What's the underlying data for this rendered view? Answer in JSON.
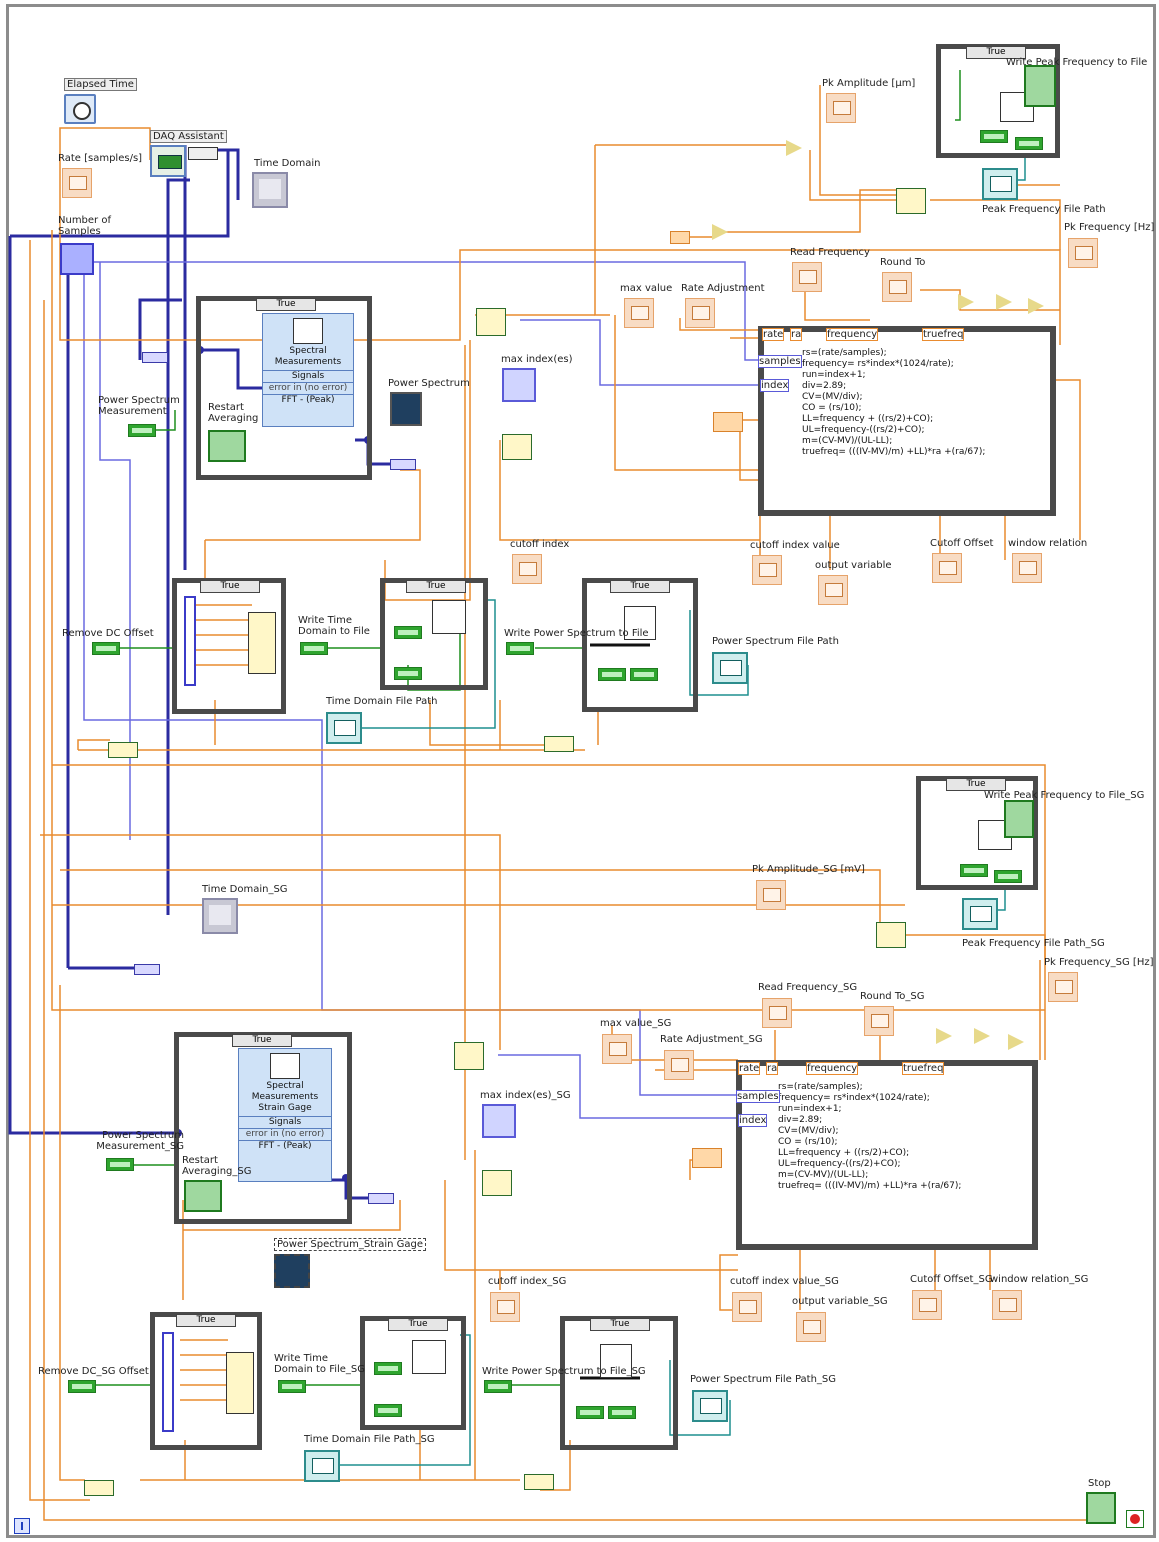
{
  "labels": {
    "elapsed_time": "Elapsed Time",
    "daq_assistant": "DAQ Assistant",
    "rate": "Rate [samples/s]",
    "time_domain": "Time Domain",
    "number_of_samples": "Number of Samples",
    "power_spectrum_measurement": "Power Spectrum Measurement",
    "restart_averaging": "Restart Averaging",
    "power_spectrum": "Power Spectrum",
    "pk_amplitude": "Pk Amplitude [µm]",
    "write_peak_frequency_to_file": "Write Peak Frequency to File",
    "peak_frequency_file_path": "Peak Frequency File Path",
    "pk_frequency": "Pk Frequency [Hz]",
    "read_frequency": "Read Frequency",
    "round_to": "Round To",
    "max_value": "max value",
    "rate_adjustment": "Rate Adjustment",
    "max_index": "max index(es)",
    "cutoff_index": "cutoff index",
    "cutoff_index_value": "cutoff index value",
    "output_variable": "output variable",
    "cutoff_offset": "Cutoff Offset",
    "window_relation": "window relation",
    "remove_dc_offset": "Remove DC Offset",
    "write_time_domain_to_file": "Write Time Domain to File",
    "write_power_spectrum_to_file": "Write Power Spectrum to File",
    "power_spectrum_file_path": "Power Spectrum File Path",
    "time_domain_file_path": "Time Domain File Path",
    "write_peak_frequency_to_file_sg": "Write Peak Frequency to File_SG",
    "pk_amplitude_sg": "Pk Amplitude_SG [mV]",
    "time_domain_sg": "Time Domain_SG",
    "peak_frequency_file_path_sg": "Peak Frequency File Path_SG",
    "pk_frequency_sg": "Pk Frequency_SG [Hz]",
    "read_frequency_sg": "Read Frequency_SG",
    "round_to_sg": "Round To_SG",
    "max_value_sg": "max value_SG",
    "rate_adjustment_sg": "Rate Adjustment_SG",
    "max_index_sg": "max index(es)_SG",
    "power_spectrum_measurement_sg": "Power Spectrum Measurement_SG",
    "restart_averaging_sg": "Restart Averaging_SG",
    "power_spectrum_strain_gage": "Power Spectrum_Strain Gage",
    "cutoff_index_sg": "cutoff index_SG",
    "cutoff_index_value_sg": "cutoff index value_SG",
    "output_variable_sg": "output variable_SG",
    "cutoff_offset_sg": "Cutoff Offset_SG",
    "window_relation_sg": "window relation_SG",
    "remove_dc_sg_offset": "Remove DC_SG Offset",
    "write_time_domain_to_file_sg": "Write Time Domain to File_SG",
    "write_power_spectrum_to_file_sg": "Write Power Spectrum to File_SG",
    "power_spectrum_file_path_sg": "Power Spectrum File Path_SG",
    "time_domain_file_path_sg": "Time Domain File Path_SG",
    "stop": "Stop"
  },
  "case_selector": "True",
  "spectral": {
    "title": "Spectral Measurements",
    "title_sg": "Spectral Measurements Strain Gage",
    "signals": "Signals",
    "error_in": "error in (no error)",
    "fft": "FFT - (Peak)"
  },
  "formula_terminals": {
    "rate": "rate",
    "ra": "ra",
    "frequency": "frequency",
    "truefreq": "truefreq",
    "samples": "samples",
    "index": "index"
  },
  "formula_text": "rs=(rate/samples);\nfrequency= rs*index*(1024/rate);\nrun=index+1;\ndiv=2.89;\nCV=(MV/div);\nCO = (rs/10);\nLL=frequency + ((rs/2)+CO);\nUL=frequency-((rs/2)+CO);\nm=(CV-MV)/(UL-LL);\ntruefreq= (((IV-MV)/m) +LL)*ra +(ra/67);",
  "colors": {
    "wire_orange": "#e98b2f",
    "wire_blue": "#2b2ba0",
    "wire_blue_light": "#7a7ae6",
    "wire_green": "#1f8f1f",
    "wire_teal": "#1f8f8f",
    "structure": "#4a4a4a"
  }
}
